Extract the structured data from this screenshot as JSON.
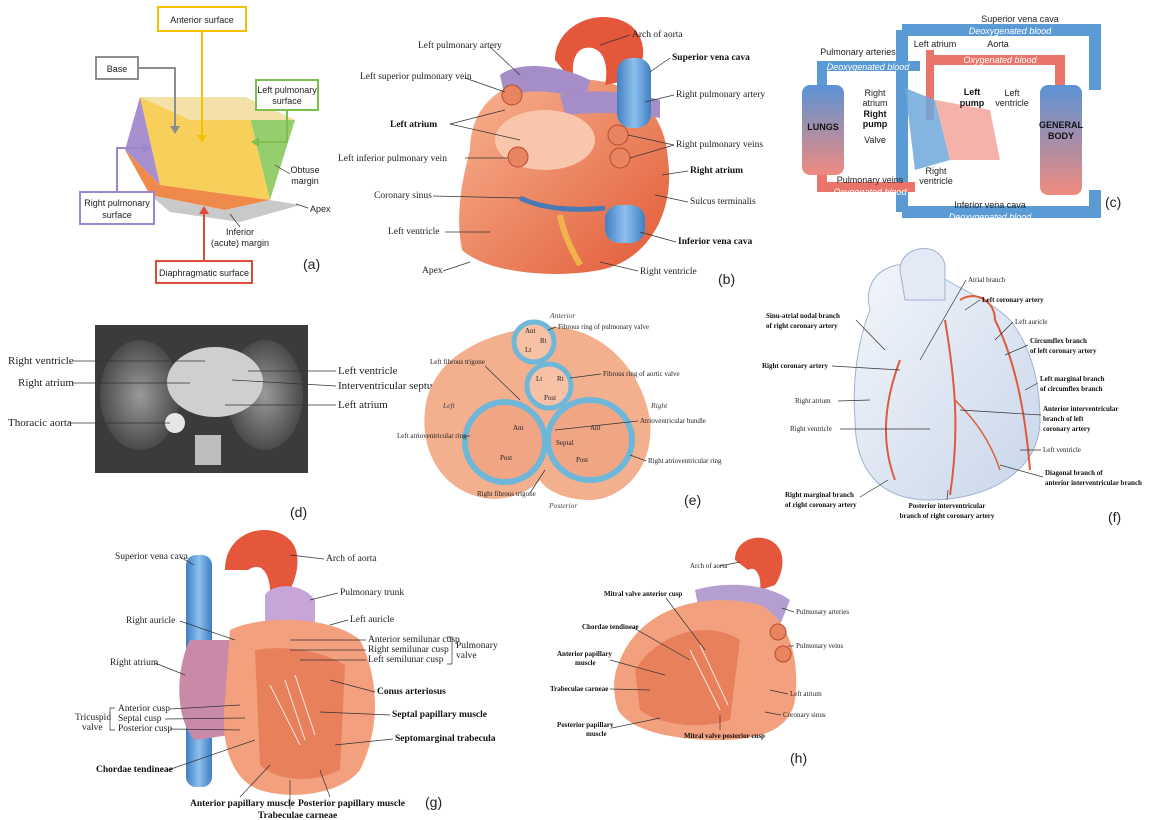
{
  "colors": {
    "heart_red": "#e8663f",
    "heart_light": "#f3a07e",
    "vessel_blue": "#5b9bd5",
    "vessel_purple": "#a58dc7",
    "diag_yellow": "#f2c200",
    "diag_green": "#7cbf4e",
    "diag_red": "#e04a3a",
    "diag_purple": "#9b87c9",
    "diag_gray": "#8d8d8d"
  },
  "panel_a": {
    "letter": "(a)",
    "base": "Base",
    "anterior": "Anterior surface",
    "left_pulm": [
      "Left pulmonary",
      "surface"
    ],
    "obtuse": [
      "Obtuse",
      "margin"
    ],
    "apex": "Apex",
    "inferior": [
      "Inferior",
      "(acute) margin"
    ],
    "right_pulm": [
      "Right pulmonary",
      "surface"
    ],
    "diaphragmatic": "Diaphragmatic surface"
  },
  "panel_b": {
    "letter": "(b)",
    "labels": {
      "left_pulm_artery": "Left pulmonary artery",
      "arch_aorta": "Arch of aorta",
      "sup_vena_cava": "Superior vena cava",
      "left_sup_pulm_vein": "Left superior pulmonary vein",
      "right_pulm_artery": "Right pulmonary artery",
      "left_atrium": "Left atrium",
      "right_pulm_veins": "Right pulmonary veins",
      "left_inf_pulm_vein": "Left inferior pulmonary vein",
      "right_atrium": "Right atrium",
      "coronary_sinus": "Coronary sinus",
      "sulcus": "Sulcus terminalis",
      "left_ventricle": "Left ventricle",
      "inf_vena_cava": "Inferior vena cava",
      "apex": "Apex",
      "right_ventricle": "Right ventricle"
    }
  },
  "panel_c": {
    "letter": "(c)",
    "sup_vc": "Superior vena cava",
    "deoxy_top": "Deoxygenated blood",
    "pulm_arteries": "Pulmonary arteries",
    "deoxy_left": "Deoxygenated blood",
    "left_atrium": "Left atrium",
    "aorta": "Aorta",
    "oxy_top": "Oxygenated blood",
    "lungs": "LUNGS",
    "right_atrium": [
      "Right",
      "atrium"
    ],
    "right_pump": [
      "Right",
      "pump"
    ],
    "valve": "Valve",
    "left_pump": [
      "Left",
      "pump"
    ],
    "left_ventricle": [
      "Left",
      "ventricle"
    ],
    "general_body": [
      "GENERAL",
      "BODY"
    ],
    "right_ventricle": [
      "Right",
      "ventricle"
    ],
    "pulm_veins": "Pulmonary veins",
    "oxy_bottom": "Oxygenated blood",
    "inf_vc": "Inferior vena cava",
    "deoxy_bottom": "Deoxygenated blood"
  },
  "panel_d": {
    "letter": "(d)",
    "right_ventricle": "Right ventricle",
    "right_atrium": "Right atrium",
    "thoracic_aorta": "Thoracic aorta",
    "left_ventricle": "Left ventricle",
    "iv_septum": "Interventricular septum",
    "left_atrium": "Left atrium"
  },
  "panel_e": {
    "letter": "(e)",
    "anterior": "Anterior",
    "posterior": "Posterior",
    "left": "Left",
    "right": "Right",
    "fibrous_pulm": "Fibrous ring of pulmonary valve",
    "left_trigone": "Left fibrous trigone",
    "fibrous_aortic": "Fibrous ring of aortic valve",
    "left_av_ring": "Left atrioventricular ring",
    "av_bundle": "Atrioventricular bundle",
    "right_av_ring": "Right atrioventricular ring",
    "right_trigone": "Right fibrous trigone",
    "cusps_pulm": [
      "Ant",
      "Rt",
      "Lt"
    ],
    "cusps_aortic": [
      "Lt",
      "Rt",
      "Post"
    ],
    "cusps_mitral": [
      "Ant",
      "Post"
    ],
    "cusps_tricuspid": [
      "Ant",
      "Septal",
      "Post"
    ]
  },
  "panel_f": {
    "letter": "(f)",
    "atrial_branch": "Atrial branch",
    "sinus_nodal": [
      "Sinu-atrial nodal branch",
      "of right coronary artery"
    ],
    "left_coronary": "Left coronary artery",
    "left_auricle": "Left auricle",
    "circumflex": [
      "Circumflex branch",
      "of left coronary artery"
    ],
    "right_coronary": "Right coronary artery",
    "left_marginal": [
      "Left marginal branch",
      "of circumflex branch"
    ],
    "right_atrium": "Right atrium",
    "anterior_iv": [
      "Anterior interventricular",
      "branch of left",
      "coronary artery"
    ],
    "right_ventricle": "Right ventricle",
    "left_ventricle": "Left ventricle",
    "diagonal": [
      "Diagonal branch of",
      "anterior interventricular branch"
    ],
    "right_marginal": [
      "Right marginal branch",
      "of right coronary artery"
    ],
    "posterior_iv": [
      "Posterior interventricular",
      "branch of right coronary artery"
    ]
  },
  "panel_g": {
    "letter": "(g)",
    "sup_vc": "Superior vena cava",
    "arch_aorta": "Arch of aorta",
    "pulm_trunk": "Pulmonary trunk",
    "right_auricle": "Right auricle",
    "left_auricle": "Left auricle",
    "ant_semilunar": "Anterior semilunar cusp",
    "right_semilunar": "Right semilunar cusp",
    "left_semilunar": "Left semilunar cusp",
    "pulm_valve": [
      "Pulmonary",
      "valve"
    ],
    "right_atrium": "Right atrium",
    "conus": "Conus arteriosus",
    "tricuspid_valve": [
      "Tricuspid",
      "valve"
    ],
    "anterior_cusp": "Anterior cusp",
    "septal_cusp": "Septal cusp",
    "posterior_cusp": "Posterior cusp",
    "septal_papillary": "Septal papillary muscle",
    "septomarginal": "Septomarginal trabecula",
    "chordae": "Chordae tendineae",
    "ant_papillary": "Anterior papillary muscle",
    "post_papillary": "Posterior papillary muscle",
    "trabeculae": "Trabeculae carneae"
  },
  "panel_h": {
    "letter": "(h)",
    "arch_aorta": "Arch of aorta",
    "mitral_ant": "Mitral valve anterior cusp",
    "pulm_arteries": "Pulmonary arteries",
    "chordae": "Chordae tendineae",
    "pulm_veins": "Pulmonary veins",
    "ant_papillary": [
      "Anterior papillary",
      "muscle"
    ],
    "trabeculae": "Trabeculae carneae",
    "left_atrium": "Left atrium",
    "coronary_sinus": "Coronary sinus",
    "post_papillary": [
      "Posterior papillary",
      "muscle"
    ],
    "mitral_post": "Mitral valve posterior cusp"
  }
}
